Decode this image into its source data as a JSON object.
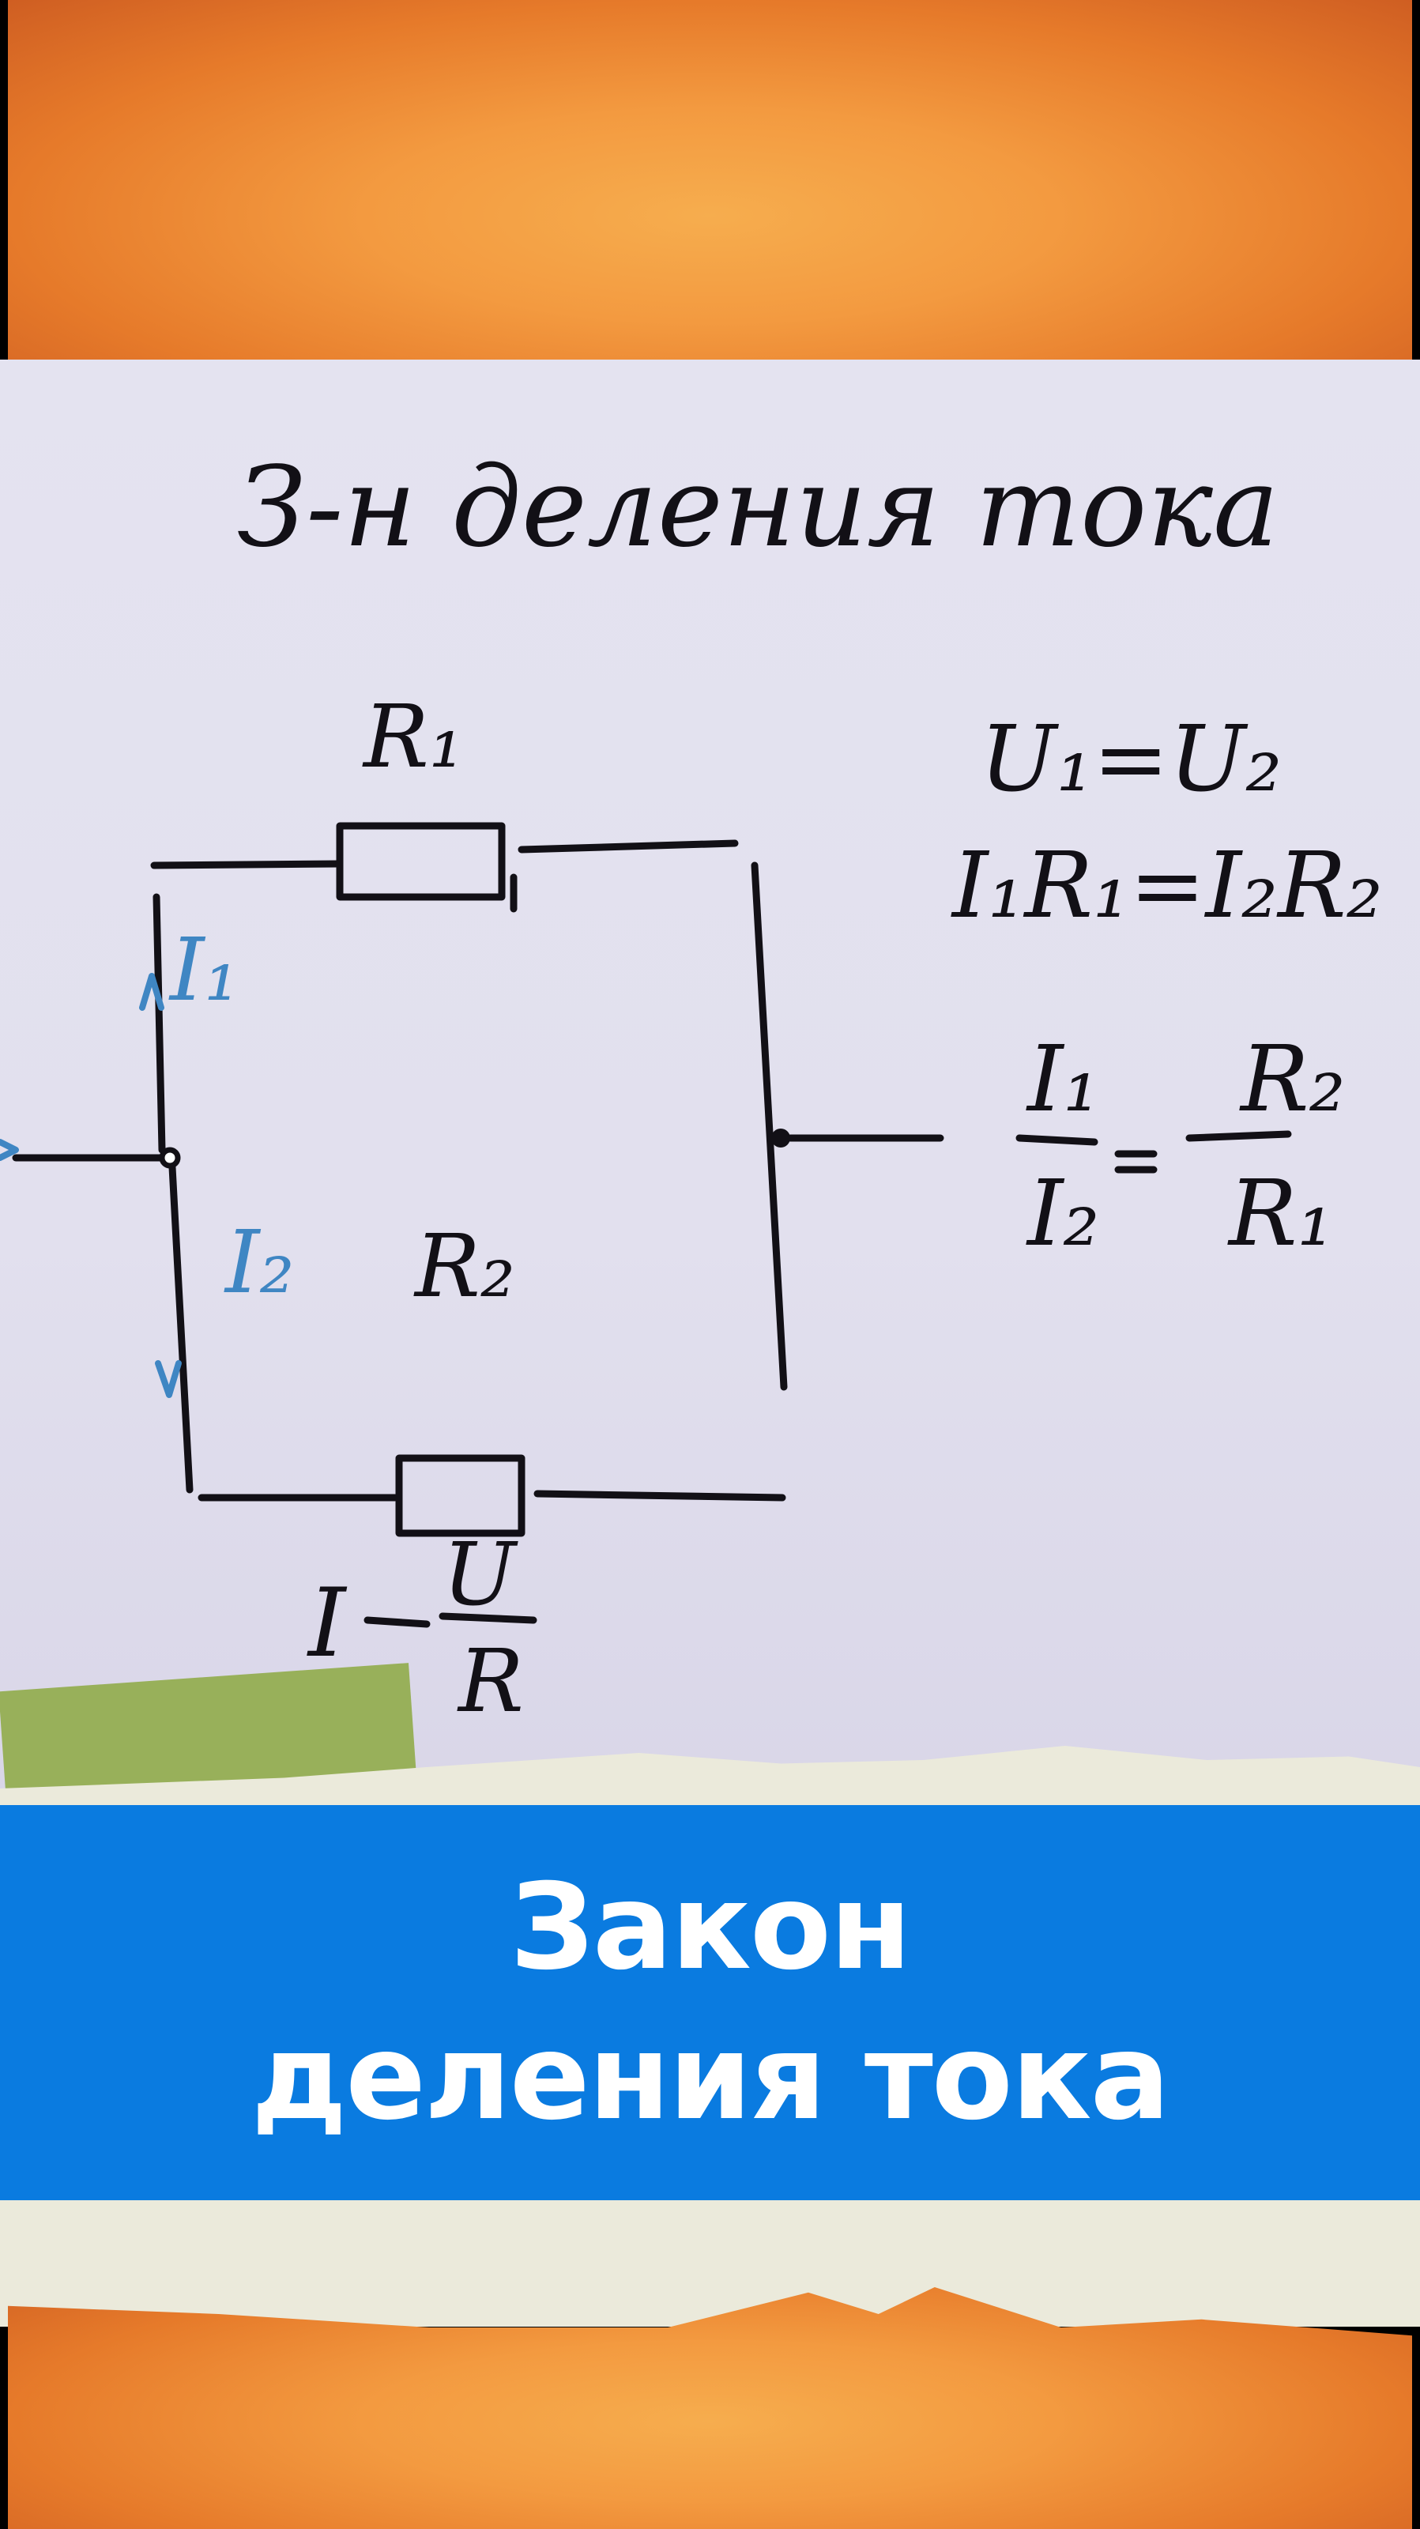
{
  "board": {
    "heading": "З-н деления тока",
    "circuit": {
      "resistor_top_label": "R₁",
      "resistor_bottom_label": "R₂",
      "current_top_label": "I₁",
      "current_bottom_label": "I₂"
    },
    "equations": [
      "U₁=U₂",
      "I₁R₁=I₂R₂",
      "I₁/I₂ = R₂/R₁"
    ],
    "fraction": {
      "left_num": "I₁",
      "left_den": "I₂",
      "right_num": "R₂",
      "right_den": "R₁"
    },
    "ohms_law": {
      "lhs": "I",
      "num": "U",
      "den": "R"
    }
  },
  "title": {
    "line1": "Закон",
    "line2": "деления тока"
  },
  "colors": {
    "title_band": "#0a7be0",
    "orange": "#f39a40",
    "board": "#e4e3f0",
    "sticky": "#98b05a",
    "blue_ink": "#3f86c3"
  }
}
